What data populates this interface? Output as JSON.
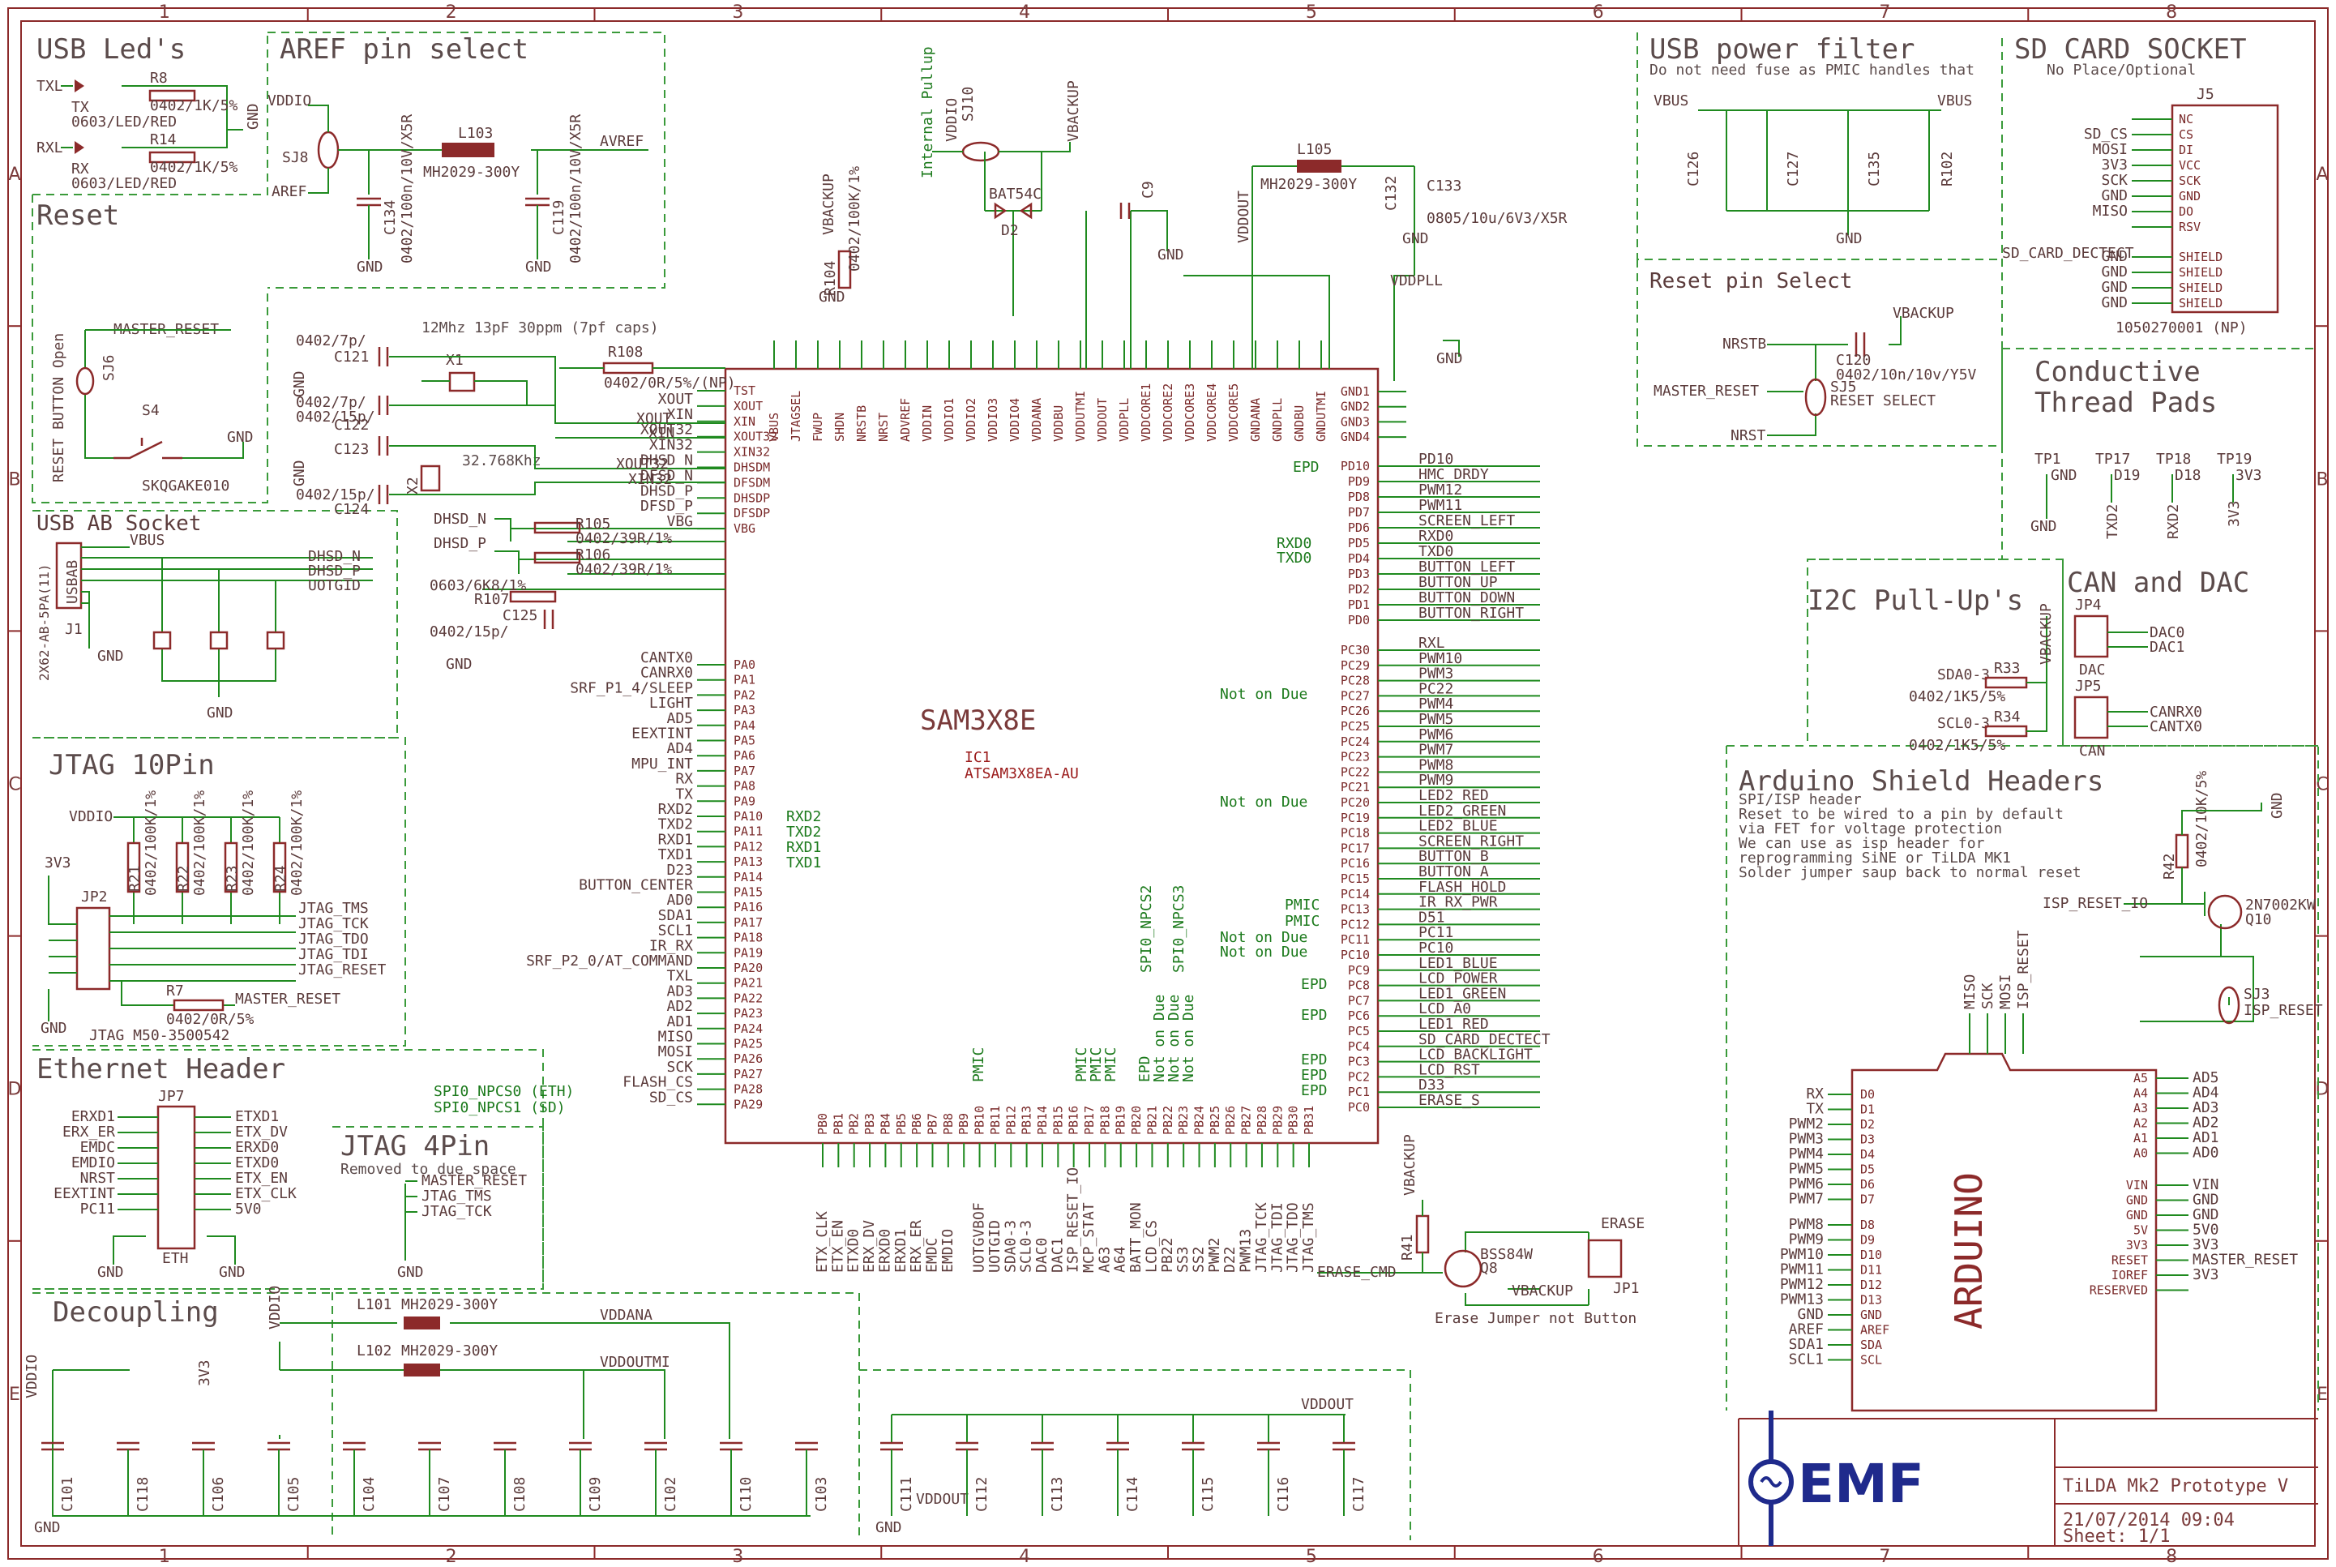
{
  "colors": {
    "frame": "#8c2a2a",
    "wire": "#1f8a1f",
    "text": "#5b4b4b",
    "logo": "#1f2a8c"
  },
  "grid": {
    "columns": [
      "1",
      "2",
      "3",
      "4",
      "5",
      "6",
      "7",
      "8"
    ],
    "rows": [
      "A",
      "B",
      "C",
      "D",
      "E"
    ]
  },
  "sections": {
    "usb_leds": "USB Led's",
    "aref": "AREF pin select",
    "reset": "Reset",
    "usb_ab": "USB AB Socket",
    "jtag10": "JTAG 10Pin",
    "ethernet": "Ethernet Header",
    "jtag4": "JTAG 4Pin",
    "jtag4_note": "Removed to due space",
    "decoupling": "Decoupling",
    "usb_power": "USB power filter",
    "usb_power_note": "Do not need fuse as PMIC handles that",
    "sd_card": "SD CARD SOCKET",
    "sd_card_note": "No Place/Optional",
    "reset_pin": "Reset pin Select",
    "conductive": "Conductive",
    "thread_pads": "Thread Pads",
    "i2c": "I2C Pull-Up's",
    "can_dac": "CAN and DAC",
    "arduino": "Arduino Shield Headers"
  },
  "arduino_notes": [
    "SPI/ISP header",
    "Reset to be wired to a pin by default",
    "via FET for voltage protection",
    "We can use as isp header for",
    "reprogramming SiNE or TiLDA MK1",
    "Solder jumper saup back to normal reset"
  ],
  "mcu": {
    "name": "SAM3X8E",
    "ref": "IC1",
    "value": "ATSAM3X8EA-AU",
    "left_pins": [
      "TST",
      "XOUT",
      "XIN",
      "XOUT32",
      "XIN32",
      "DHSDM",
      "DFSDM",
      "DHSDP",
      "DFSDP",
      "VBG",
      "PA0",
      "PA1",
      "PA2",
      "PA3",
      "PA4",
      "PA5",
      "PA6",
      "PA7",
      "PA8",
      "PA9",
      "PA10",
      "PA11",
      "PA12",
      "PA13",
      "PA14",
      "PA15",
      "PA16",
      "PA17",
      "PA18",
      "PA19",
      "PA20",
      "PA21",
      "PA22",
      "PA23",
      "PA24",
      "PA25",
      "PA26",
      "PA27",
      "PA28",
      "PA29"
    ],
    "left_nets": [
      "",
      "XOUT",
      "XIN",
      "XOUT32",
      "XIN32",
      "DHSD_N",
      "DFSD_N",
      "DHSD_P",
      "DFSD_P",
      "VBG",
      "CANTX0",
      "CANRX0",
      "SRF_P1_4/SLEEP",
      "LIGHT",
      "AD5",
      "EEXTINT",
      "AD4",
      "MPU_INT",
      "RX",
      "TX",
      "RXD2",
      "TXD2",
      "RXD1",
      "TXD1",
      "D23",
      "BUTTON_CENTER",
      "AD0",
      "SDA1",
      "SCL1",
      "IR_RX",
      "SRF_P2_0/AT_COMMAND",
      "TXL",
      "AD3",
      "AD2",
      "AD1",
      "MISO",
      "MOSI",
      "SCK",
      "FLASH_CS",
      "SD_CS"
    ],
    "right_pins": [
      "GND1",
      "GND2",
      "GND3",
      "GND4",
      "PD10",
      "PD9",
      "PD8",
      "PD7",
      "PD6",
      "PD5",
      "PD4",
      "PD3",
      "PD2",
      "PD1",
      "PD0",
      "PC30",
      "PC29",
      "PC28",
      "PC27",
      "PC26",
      "PC25",
      "PC24",
      "PC23",
      "PC22",
      "PC21",
      "PC20",
      "PC19",
      "PC18",
      "PC17",
      "PC16",
      "PC15",
      "PC14",
      "PC13",
      "PC12",
      "PC11",
      "PC10",
      "PC9",
      "PC8",
      "PC7",
      "PC6",
      "PC5",
      "PC4",
      "PC3",
      "PC2",
      "PC1",
      "PC0"
    ],
    "right_nets": [
      "",
      "",
      "",
      "",
      "PD10",
      "HMC_DRDY",
      "PWM12",
      "PWM11",
      "SCREEN_LEFT",
      "RXD0",
      "TXD0",
      "BUTTON_LEFT",
      "BUTTON_UP",
      "BUTTON_DOWN",
      "BUTTON_RIGHT",
      "RXL",
      "PWM10",
      "PWM3",
      "PC22",
      "PWM4",
      "PWM5",
      "PWM6",
      "PWM7",
      "PWM8",
      "PWM9",
      "LED2_RED",
      "LED2_GREEN",
      "LED2_BLUE",
      "SCREEN_RIGHT",
      "BUTTON_B",
      "BUTTON_A",
      "FLASH_HOLD",
      "IR_RX_PWR",
      "D51",
      "PC11",
      "PC10",
      "LED1_BLUE",
      "LCD_POWER",
      "LED1_GREEN",
      "LCD_A0",
      "LED1_RED",
      "SD_CARD_DECTECT",
      "LCD_BACKLIGHT",
      "LCD_RST",
      "D33",
      "ERASE_S"
    ],
    "top_pins": [
      "VBUS",
      "JTAGSEL",
      "FWUP",
      "SHDN",
      "NRSTB",
      "NRST",
      "ADVREF",
      "VDDIN",
      "VDDIO1",
      "VDDIO2",
      "VDDIO3",
      "VDDIO4",
      "VDDANA",
      "VDDBU",
      "VDDUTMI",
      "VDDOUT",
      "VDDPLL",
      "VDDCORE1",
      "VDDCORE2",
      "VDDCORE3",
      "VDDCORE4",
      "VDDCORE5",
      "GNDANA",
      "GNDPLL",
      "GNDBU",
      "GNDUTMI"
    ],
    "bottom_pins": [
      "PB0",
      "PB1",
      "PB2",
      "PB3",
      "PB4",
      "PB5",
      "PB6",
      "PB7",
      "PB8",
      "PB9",
      "PB10",
      "PB11",
      "PB12",
      "PB13",
      "PB14",
      "PB15",
      "PB16",
      "PB17",
      "PB18",
      "PB19",
      "PB20",
      "PB21",
      "PB22",
      "PB23",
      "PB24",
      "PB25",
      "PB26",
      "PB27",
      "PB28",
      "PB29",
      "PB30",
      "PB31"
    ],
    "bottom_nets": [
      "ETX_CLK",
      "ETX_EN",
      "ETXD0",
      "ERX_DV",
      "ERXD0",
      "ERXD1",
      "ERX_ER",
      "EMDC",
      "EMDIO",
      "",
      "UOTGVBOF",
      "UOTGID",
      "SDA0-3",
      "SCL0-3",
      "DAC0",
      "DAC1",
      "ISP_RESET_IO",
      "MCP_STAT",
      "A63",
      "A64",
      "BATT_MON",
      "LCD_CS",
      "PB22",
      "SS3",
      "SS2",
      "PWM2",
      "D22",
      "PWM13",
      "JTAG_TCK",
      "JTAG_TDI",
      "JTAG_TDO",
      "JTAG_TMS"
    ]
  },
  "mcu_side_notes": {
    "epd": "EPD",
    "rxd0": "RXD0",
    "txd0": "TXD0",
    "not_on_due": "Not on Due",
    "pmic": "PMIC",
    "rxd2": "RXD2",
    "txd2": "TXD2",
    "rxd1": "RXD1",
    "txd1": "TXD1",
    "spi_npcs2": "SPI0_NPCS2",
    "spi_npcs3": "SPI0_NPCS3",
    "spi_npcs0": "SPI0_NPCS0 (ETH)",
    "spi_npcs1": "SPI0_NPCS1 (SD)"
  },
  "crystal": {
    "main": "12Mhz 13pF 30ppm (7pf caps)",
    "rtc": "32.768Khz",
    "x1": "X1",
    "x2": "X2"
  },
  "components": {
    "r8": "R8",
    "r8v": "0402/1K/5%",
    "r14": "R14",
    "r14v": "0402/1K/5%",
    "led_tx": "TX",
    "led_rx": "RX",
    "led_v": "0603/LED/RED",
    "txl": "TXL",
    "rxl": "RXL",
    "l103": "L103",
    "l103v": "MH2029-300Y",
    "c134": "C134",
    "c119": "C119",
    "capv": "0402/100n/10V/X5R",
    "sj8": "SJ8",
    "vddio": "VDDIO",
    "aref": "AREF",
    "avref": "AVREF",
    "master_reset": "MASTER_RESET",
    "s4": "S4",
    "s4v": "SKQGAKE010",
    "sj6": "SJ6",
    "reset_button_open": "RESET BUTTON  Open",
    "usbab": "USBAB",
    "j1": "J1",
    "j1v": "2X62-AB-5PA(11)",
    "vbus": "VBUS",
    "dhsd_n": "DHSD_N",
    "dhsd_p": "DHSD_P",
    "uotgid": "UOTGID",
    "r105": "R105",
    "r106": "R106",
    "r107": "R107",
    "r108": "R108",
    "r105v": "0402/39R/1%",
    "r107v": "0603/6K8/1%",
    "r108v": "0402/0R/5%/(NP)",
    "c121": "C121",
    "c122": "C122",
    "c123": "C123",
    "c124": "C124",
    "c125": "C125",
    "c7p": "0402/7p/",
    "c15p": "0402/15p/",
    "gnd": "GND",
    "jp2": "JP2",
    "jp2v": "JTAG M50-3500542",
    "r7": "R7",
    "r7v": "0402/0R/5%",
    "jtag_tms": "JTAG_TMS",
    "jtag_tck": "JTAG_TCK",
    "jtag_tdo": "JTAG_TDO",
    "jtag_tdi": "JTAG_TDI",
    "jtag_reset": "JTAG_RESET",
    "r21": "R21",
    "r22": "R22",
    "r23": "R23",
    "r24": "R24",
    "r100k": "0402/100K/1%",
    "three_v3": "3V3",
    "jp7": "JP7",
    "eth": "ETH",
    "eth_left": [
      "ERXD1",
      "ERX_ER",
      "EMDC",
      "EMDIO",
      "NRST",
      "EEXTINT",
      "PC11"
    ],
    "eth_right": [
      "ETXD1",
      "ETX_DV",
      "ERXD0",
      "ETXD0",
      "ETX_EN",
      "ETX_CLK",
      "5V0"
    ],
    "jtag4_nets": [
      "MASTER_RESET",
      "JTAG_TMS",
      "JTAG_TCK"
    ],
    "l101": "L101",
    "l102": "L102",
    "lv": "MH2029-300Y",
    "vddana": "VDDANA",
    "vddutmi": "VDDOUTMI",
    "vddin": "VDDIN",
    "vddout": "VDDOUT",
    "vddpll": "VDDPLL",
    "vbackup": "VBACKUP",
    "decoup_left": [
      "C101",
      "C118",
      "C106",
      "C105",
      "C104",
      "C107",
      "C108",
      "C109",
      "C102",
      "C110",
      "C103"
    ],
    "decoup_right": [
      "C111",
      "C112",
      "C113",
      "C114",
      "C115",
      "C116",
      "C117"
    ],
    "c126": "C126",
    "c127": "C127",
    "c135": "C135",
    "r102": "R102",
    "j5": "J5",
    "j5v": "1050270001 (NP)",
    "sd_pins": [
      "NC",
      "CS",
      "DI",
      "VCC",
      "SCK",
      "GND",
      "DO",
      "RSV"
    ],
    "sd_nets": [
      "SD_CS",
      "MOSI",
      "3V3",
      "SCK",
      "GND",
      "MISO"
    ],
    "sd_shield": [
      "SHIELD",
      "SHIELD",
      "SHIELD",
      "SHIELD"
    ],
    "sd_card_dectect": "SD_CARD_DECTECT",
    "nrstb": "NRSTB",
    "nrst": "NRST",
    "sj5": "SJ5",
    "reset_select": "RESET SELECT",
    "c120": "C120",
    "c120v": "0402/10n/10v/Y5V",
    "tp1": "TP1",
    "tp17": "TP17",
    "tp18": "TP18",
    "tp19": "TP19",
    "d19": "D19",
    "d18": "D18",
    "txd2": "TXD2",
    "rxd2": "RXD2",
    "r33": "R33",
    "r34": "R34",
    "r1k5": "0402/1K5/5%",
    "sda0": "SDA0-3",
    "scl0": "SCL0-3",
    "jp4": "JP4",
    "jp5": "JP5",
    "dac": "DAC",
    "can": "CAN",
    "dac0": "DAC0",
    "dac1": "DAC1",
    "canrx0": "CANRX0",
    "cantx0": "CANTX0",
    "r42": "R42",
    "r42v": "0402/10K/5%",
    "q10": "Q10",
    "q10v": "2N7002KW",
    "isp_reset_io": "ISP_RESET_IO",
    "isp_reset": "ISP_RESET",
    "sj3": "SJ3",
    "arduino": "ARDUINO",
    "ard_left_nets": [
      "RX",
      "TX",
      "PWM2",
      "PWM3",
      "PWM4",
      "PWM5",
      "PWM6",
      "PWM7",
      "PWM8",
      "PWM9",
      "PWM10",
      "PWM11",
      "PWM12",
      "PWM13",
      "GND",
      "AREF",
      "SDA1",
      "SCL1"
    ],
    "ard_left_pins": [
      "D0",
      "D1",
      "D2",
      "D3",
      "D4",
      "D5",
      "D6",
      "D7",
      "D8",
      "D9",
      "D10",
      "D11",
      "D12",
      "D13",
      "GND",
      "AREF",
      "SDA",
      "SCL"
    ],
    "ard_right_pins": [
      "A5",
      "A4",
      "A3",
      "A2",
      "A1",
      "A0",
      "VIN",
      "GND",
      "GND",
      "5V",
      "3V3",
      "RESET",
      "IOREF",
      "RESERVED"
    ],
    "ard_right_nets": [
      "AD5",
      "AD4",
      "AD3",
      "AD2",
      "AD1",
      "AD0",
      "VIN",
      "GND",
      "GND",
      "5V0",
      "3V3",
      "MASTER_RESET",
      "3V3"
    ],
    "isp_top": [
      "MISO",
      "SCK",
      "MOSI",
      "ISP_RESET"
    ],
    "r41": "R41",
    "q8": "Q8",
    "q8v": "BSS84W",
    "jp1": "JP1",
    "erase": "ERASE",
    "erase_cmd": "ERASE_CMD",
    "erase_note": "Erase Jumper not Button",
    "d2": "D2",
    "d2v": "BAT54C",
    "sj10": "SJ10",
    "r104": "R104",
    "r104v": "0402/100K/1%",
    "c9": "C9",
    "l105": "L105",
    "c132": "C132",
    "c133": "C133",
    "c133v": "0805/10u/6V3/X5R",
    "internal_pullup": "Internal Pullup"
  },
  "title_block": {
    "logo": "EMF",
    "title": "TiLDA Mk2 Prototype V",
    "date": "21/07/2014 09:04",
    "sheet": "Sheet: 1/1"
  }
}
